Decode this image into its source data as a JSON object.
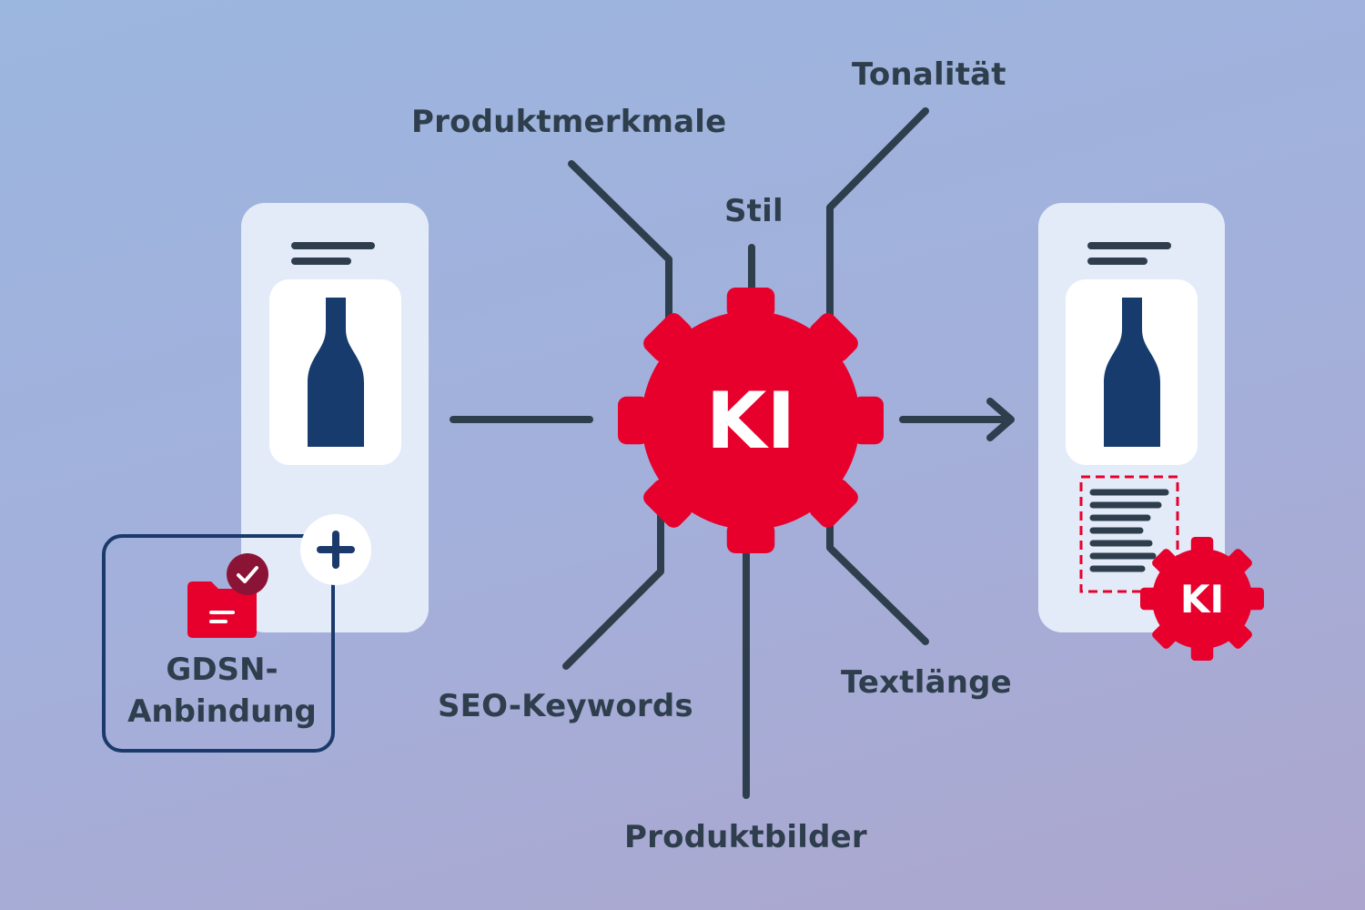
{
  "center": {
    "label": "KI"
  },
  "inputs": {
    "produktmerkmale": "Produktmerkmale",
    "stil": "Stil",
    "tonalitaet": "Tonalität",
    "seo_keywords": "SEO-Keywords",
    "produktbilder": "Produktbilder",
    "textlaenge": "Textlänge"
  },
  "source": {
    "card_line1": "GDSN-",
    "card_line2": "Anbindung"
  },
  "result": {
    "badge_label": "KI"
  },
  "icons": {
    "bottle": "bottle-icon",
    "gear": "gear-icon",
    "folder": "folder-icon",
    "check": "check-icon",
    "plus": "plus-icon",
    "arrow": "arrow-right-icon"
  },
  "colors": {
    "background_top": "#9bb6df",
    "background_bottom": "#aca6ce",
    "ink": "#2e3e4c",
    "accent_red": "#e8002d",
    "navy": "#1b3a6b",
    "bottle": "#173b6d",
    "check_badge": "#8b1436",
    "panel": "#e3ebf8"
  }
}
